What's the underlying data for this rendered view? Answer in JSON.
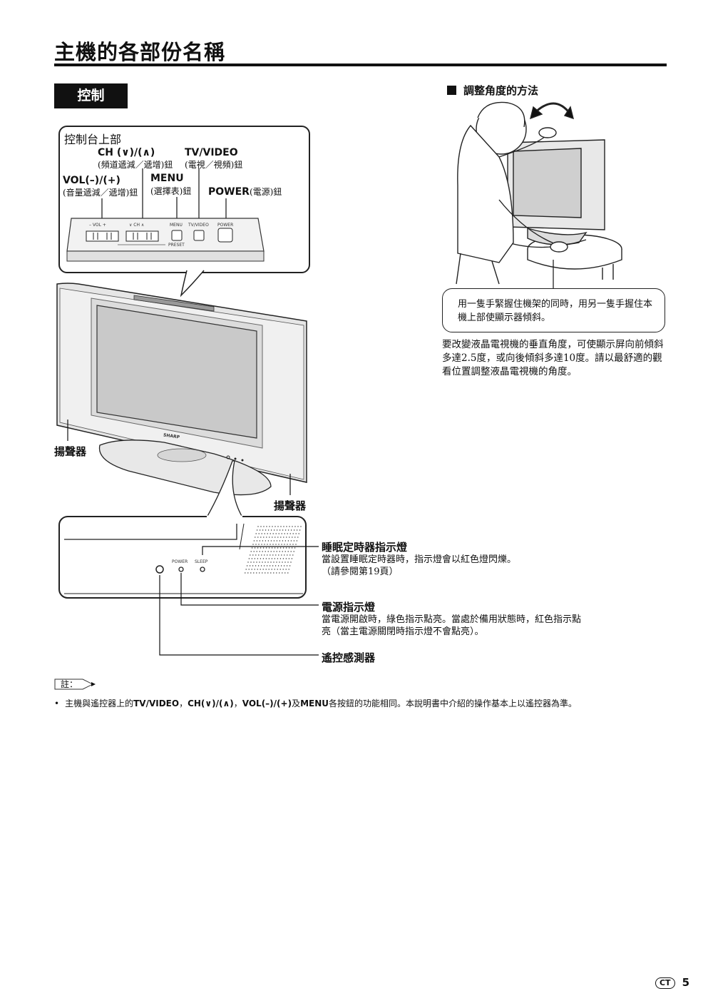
{
  "header": {
    "title": "主機的各部份名稱"
  },
  "section": {
    "tab": "控制"
  },
  "control_panel": {
    "heading": "控制台上部",
    "ch_label": "CH (∨)/(∧)",
    "ch_sub": "(頻道遞減／遞增)鈕",
    "tvvideo_label": "TV/VIDEO",
    "tvvideo_sub": "(電視／視頻)鈕",
    "vol_label": "VOL(–)/(+)",
    "vol_sub": "(音量遞減／遞增)鈕",
    "menu_label": "MENU",
    "menu_sub": "(選擇表)鈕",
    "power_label": "POWER",
    "power_sub": "(電源)鈕",
    "panel_vol": "–  VOL  +",
    "panel_ch": "∨  CH  ∧",
    "panel_menu": "MENU",
    "panel_tvvideo": "TV/VIDEO",
    "panel_power": "POWER",
    "panel_preset": "PRESET"
  },
  "tv": {
    "brand": "SHARP",
    "speaker_left": "揚聲器",
    "speaker_right": "揚聲器"
  },
  "detail": {
    "power_small": "POWER",
    "sleep_small": "SLEEP",
    "sleep_title": "睡眠定時器指示燈",
    "sleep_desc_1": "當設置睡眠定時器時，指示燈會以紅色燈閃爍。",
    "sleep_desc_2": "（請參閱第19頁）",
    "power_title": "電源指示燈",
    "power_desc_1": "當電源開啟時，綠色指示點亮。當處於備用狀態時，紅色指示點",
    "power_desc_2": "亮（當主電源關閉時指示燈不會點亮）。",
    "sensor_title": "遙控感測器"
  },
  "angle": {
    "heading": "調整角度的方法",
    "bubble_text": "用一隻手緊握住機架的同時，用另一隻手握住本機上部使顯示器傾斜。",
    "desc": "要改變液晶電視機的垂直角度，可使顯示屏向前傾斜多達2.5度，或向後傾斜多達10度。請以最舒適的觀看位置調整液晶電視機的角度。"
  },
  "note": {
    "label": "註：",
    "bullet": "•",
    "text_1": "主機與遙控器上的",
    "b1": "TV/VIDEO",
    "text_2": "，",
    "b2": "CH(∨)/(∧)",
    "text_3": "，",
    "b3": "VOL(–)/(+)",
    "text_4": "及",
    "b4": "MENU",
    "text_5": "各按鈕的功能相同。本說明書中介紹的操作基本上以遙控器為準。"
  },
  "footer": {
    "badge": "CT",
    "page": "5"
  }
}
